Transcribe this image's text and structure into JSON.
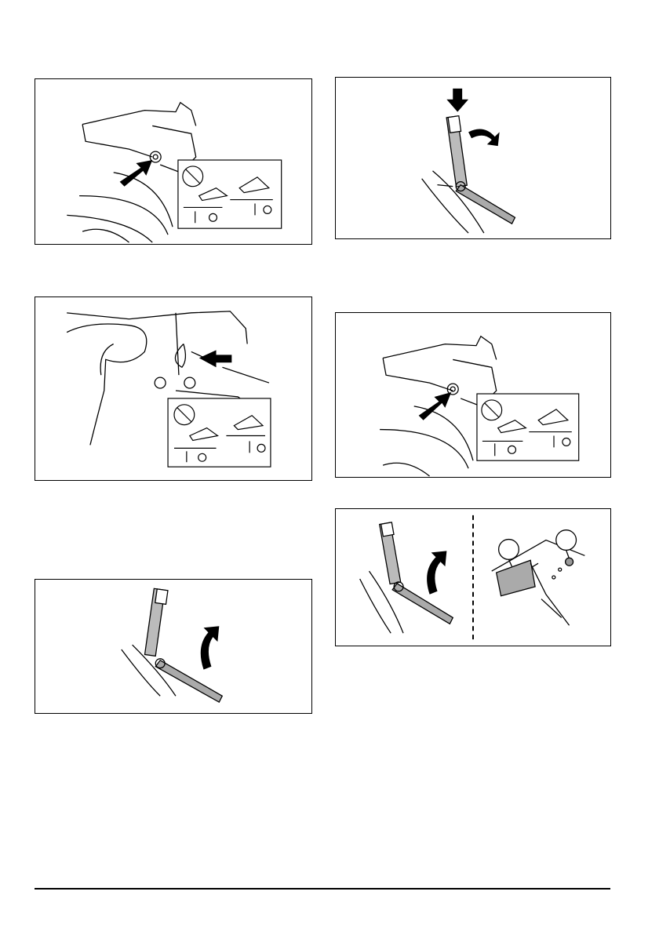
{
  "page": {
    "figures": [
      {
        "id": "fig1",
        "content": "mower-hood-ring-pull"
      },
      {
        "id": "fig2",
        "content": "lever-press-down"
      },
      {
        "id": "fig3",
        "content": "hand-holding-wire-pin"
      },
      {
        "id": "fig4",
        "content": "mower-hood-ring-pull"
      },
      {
        "id": "fig5",
        "content": "lever-pedal-detail"
      },
      {
        "id": "fig6",
        "content": "lever-pull-up"
      }
    ],
    "callouts_fig5": [
      "",
      ""
    ]
  }
}
